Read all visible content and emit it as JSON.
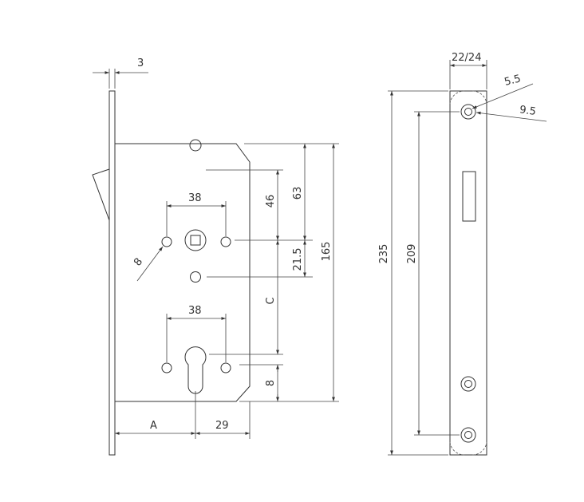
{
  "dimensions": {
    "d3": "3",
    "d38_top": "38",
    "d38_bottom": "38",
    "d8_hole": "8",
    "d46": "46",
    "d63": "63",
    "d21_5": "21.5",
    "d165": "165",
    "dC": "C",
    "d8_bottom": "8",
    "dA": "A",
    "d29": "29",
    "d22_24": "22/24",
    "d5_5": "5.5",
    "d9_5": "9.5",
    "d235": "235",
    "d209": "209"
  },
  "colors": {
    "line": "#333333",
    "background": "#ffffff"
  }
}
